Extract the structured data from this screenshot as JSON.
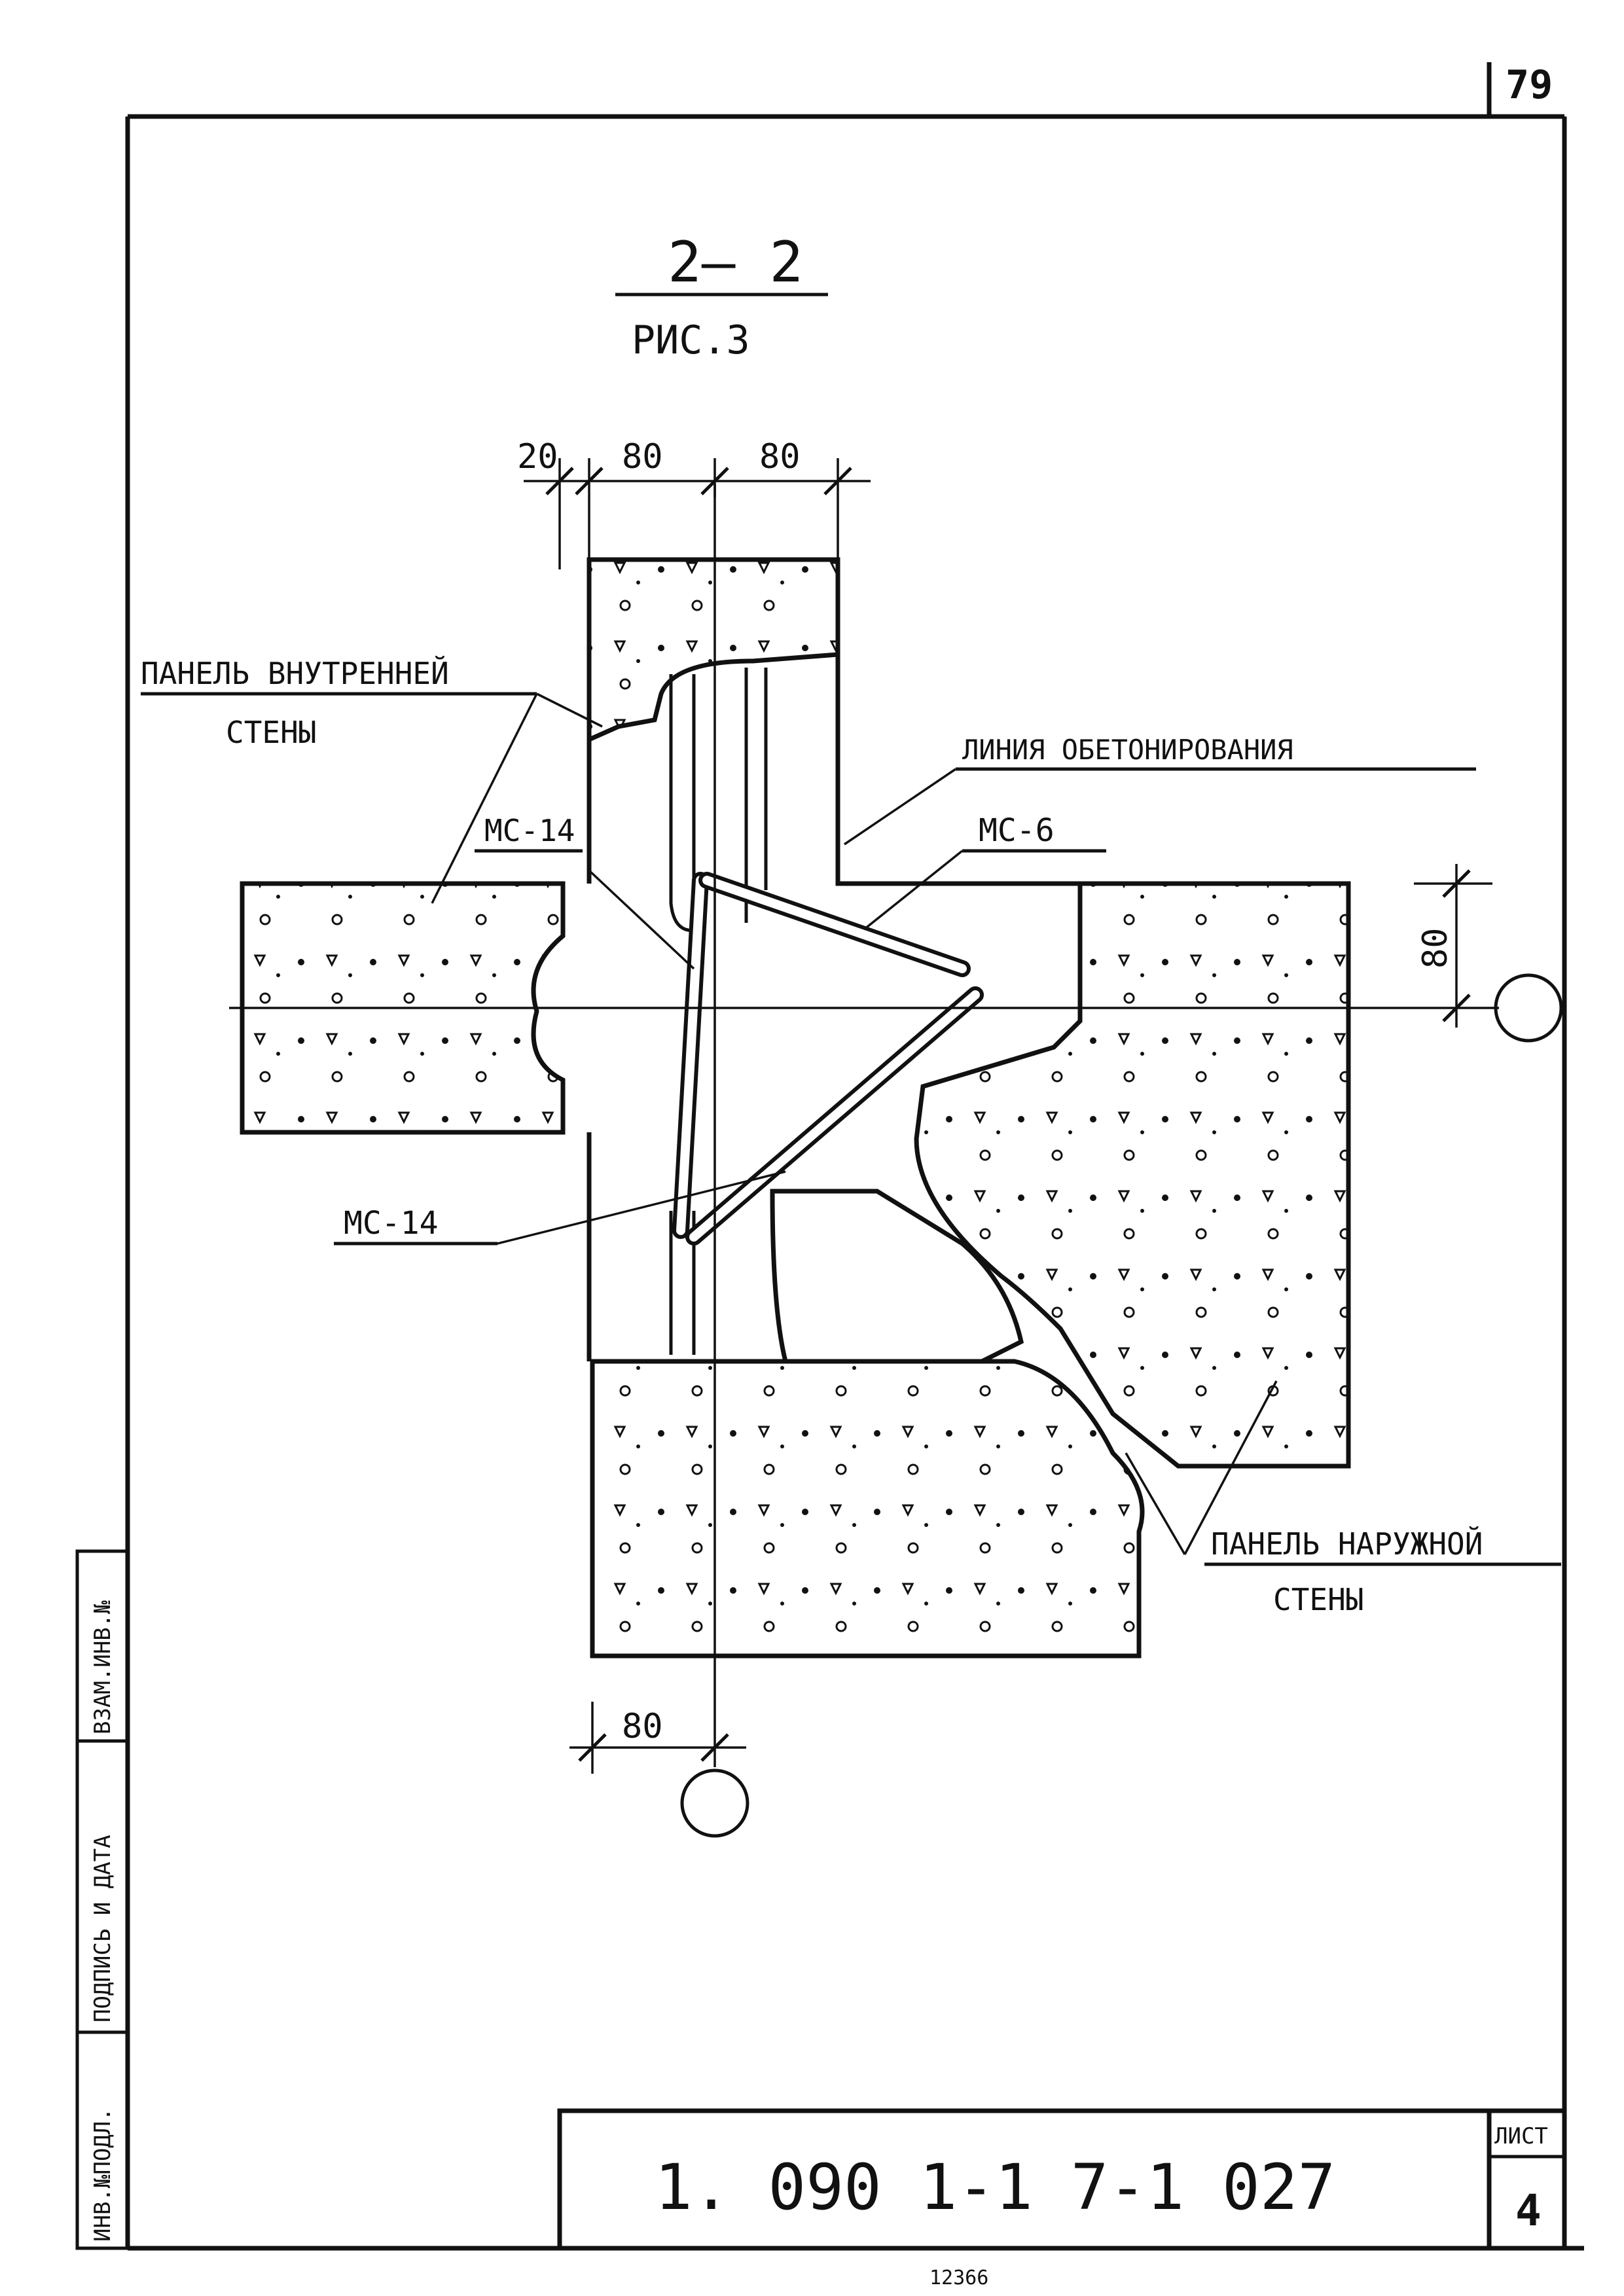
{
  "page_number": "79",
  "section": {
    "title": "2— 2",
    "subtitle": "РИС.3"
  },
  "dimensions": {
    "d_top_1": "20",
    "d_top_2": "80",
    "d_top_3": "80",
    "d_right": "80",
    "d_bottom": "80"
  },
  "labels": {
    "inner_panel_l1": "ПАНЕЛЬ ВНУТРЕННЕЙ",
    "inner_panel_l2": "СТЕНЫ",
    "concreting_line": "ЛИНИЯ ОБЕТОНИРОВАНИЯ",
    "mc14_upper": "МС-14",
    "mc6": "МС-6",
    "mc14_lower": "МС-14",
    "outer_panel_l1": "ПАНЕЛЬ НАРУЖНОЙ",
    "outer_panel_l2": "СТЕНЫ"
  },
  "side_stamp": {
    "cell1": "ИНВ.№ПОДЛ.",
    "cell2": "ПОДПИСЬ И ДАТА",
    "cell3": "ВЗАМ.ИНВ.№"
  },
  "title_block": {
    "code": "1. 090 1-1 7-1 027",
    "sheet_label": "ЛИСТ",
    "sheet_number": "4"
  },
  "footer_note": "12366"
}
